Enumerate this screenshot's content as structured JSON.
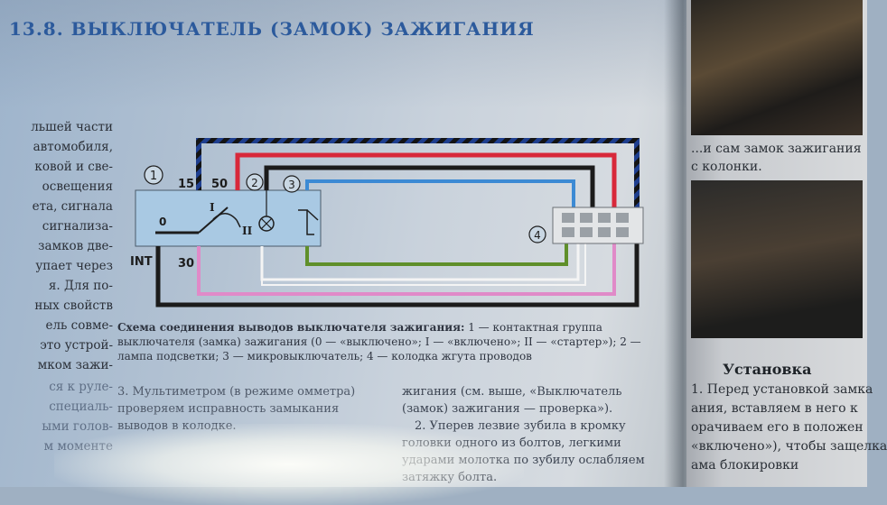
{
  "heading": "13.8. ВЫКЛЮЧАТЕЛЬ (ЗАМОК) ЗАЖИГАНИЯ",
  "left_column": [
    "льшей части",
    "автомобиля,",
    "ковой и све-",
    "освещения",
    "ета, сигнала",
    "сигнализа-",
    "замков две-",
    "упает через",
    "я. Для по-",
    "ных свойств",
    "ель совме-",
    "это устрой-",
    "мком зажи-"
  ],
  "left_column_lower": [
    "ся к руле-",
    "специаль-",
    "ыми голов-",
    "м моменте"
  ],
  "diagram": {
    "labels": {
      "n1": "1",
      "n2": "2",
      "n3": "3",
      "n4": "4",
      "t15": "15",
      "t50": "50",
      "t30": "30",
      "tINT": "INT",
      "pos0": "0",
      "posI": "I",
      "posII": "II"
    },
    "wire_colors": {
      "striped_blue": "#1f3f8f",
      "striped_black": "#141414",
      "red": "#d8283a",
      "black": "#1b1b1b",
      "blue": "#3c8ad4",
      "green": "#5f8f2a",
      "pink": "#e08ac8",
      "white": "#f4f4f4",
      "body": "#a9c9e3",
      "connector": "#e3e5e7"
    }
  },
  "caption": {
    "bold": "Схема соединения выводов выключателя зажигания:",
    "text": " 1 — контактная группа выключателя (замка) зажигания (0 — «выключено»; I — «включено»; II — «стартер»); 2 — лампа подсветки; 3 — микровыключатель; 4 — колодка жгута проводов"
  },
  "col_mid": "3. Мультиметром (в режиме омметра) проверяем исправность замыкания выводов в колодке.",
  "col_right_p1": "жигания (см. выше, «Выключатель (замок) зажигания — проверка»).",
  "col_right_p2": "2. Уперев лезвие зубила в кромку головки одного из болтов, легкими ударами молотка по зубилу ослабляем затяжку болта.",
  "right_page": {
    "caption": "...и сам замок зажигания с колонки.",
    "heading": "Установка",
    "body": [
      "1. Перед установкой замка",
      "ания, вставляем в него к",
      "орачиваем его в положен",
      "«включено»), чтобы защелка",
      "ама блокировки"
    ]
  }
}
